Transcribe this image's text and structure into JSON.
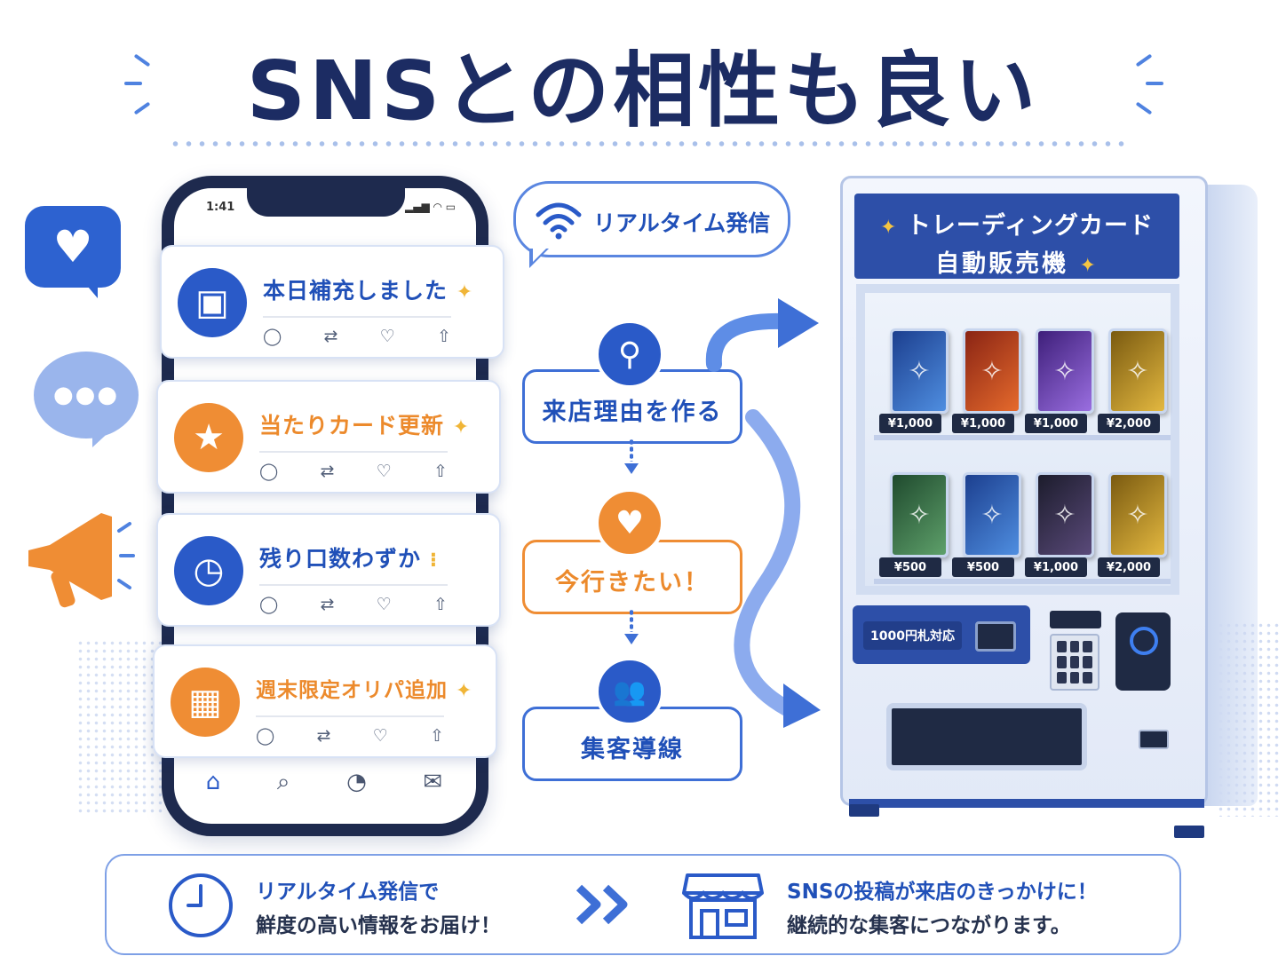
{
  "title": "SNSとの相性も良い",
  "phone": {
    "status_time": "1:41",
    "status_icons": "▂▄▆ ◠ ▭",
    "posts": [
      {
        "text": "本日補充しました",
        "icon": "box-icon",
        "glyph": "▣",
        "color": "blue"
      },
      {
        "text": "当たりカード更新",
        "icon": "star-icon",
        "glyph": "★",
        "color": "orange"
      },
      {
        "text": "残り口数わずか",
        "icon": "clock-icon",
        "glyph": "◷",
        "color": "blue"
      },
      {
        "text": "週末限定オリパ追加",
        "icon": "gift-icon",
        "glyph": "▦",
        "color": "orange"
      }
    ],
    "actions": [
      "◯",
      "⇄",
      "♡",
      "⇧"
    ],
    "tabbar": [
      "⌂",
      "⌕",
      "◔",
      "✉"
    ]
  },
  "flow": {
    "realtime_label": "リアルタイム発信",
    "steps": [
      {
        "label": "来店理由を作る",
        "icon": "location-pin-icon",
        "glyph": "⚲"
      },
      {
        "label": "今行きたい！",
        "icon": "heart-icon",
        "glyph": "♥"
      },
      {
        "label": "集客導線",
        "icon": "people-icon",
        "glyph": "👥"
      }
    ]
  },
  "vending": {
    "title_line1": "トレーディングカード",
    "title_line2": "自動販売機",
    "row1_prices": [
      "¥1,000",
      "¥1,000",
      "¥1,000",
      "¥2,000"
    ],
    "row2_prices": [
      "¥500",
      "¥500",
      "¥1,000",
      "¥2,000"
    ],
    "bill_label": "1000円札対応"
  },
  "banner": {
    "left_line1": "リアルタイム発信で",
    "left_line2": "鮮度の高い情報をお届け！",
    "right_line1": "SNSの投稿が来店のきっかけに！",
    "right_line2": "継続的な集客につながります。"
  },
  "colors": {
    "navy": "#1c2c63",
    "blue": "#2a5ac8",
    "orange": "#ef8d34",
    "light_blue": "#9ab5ec"
  }
}
